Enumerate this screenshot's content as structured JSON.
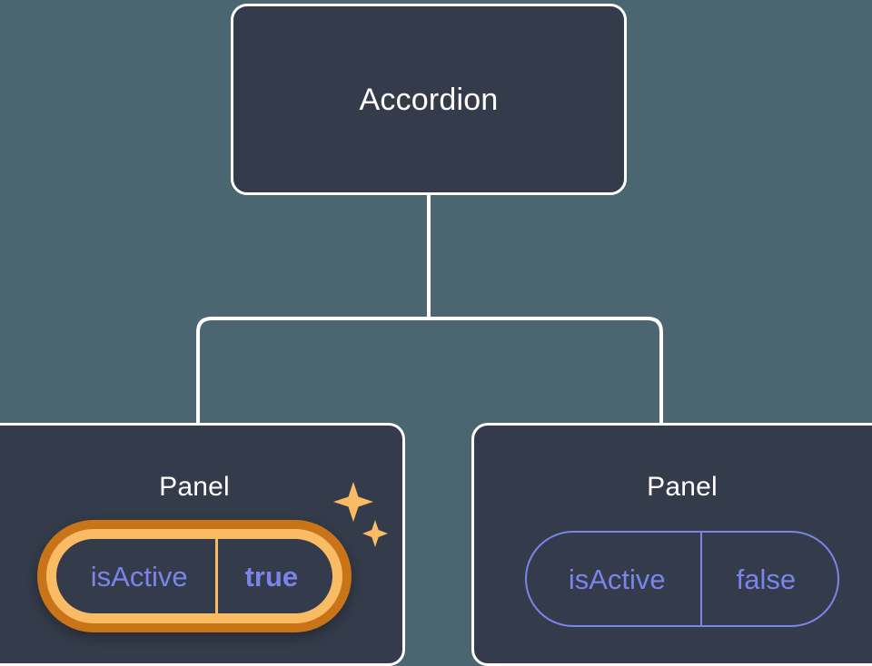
{
  "canvas": {
    "background_color": "#4c6671",
    "card_fill_color": "#343b4a",
    "card_border_color": "#ffffff",
    "connector_color": "#ffffff",
    "prop_text_color": "#7c83ea",
    "highlight_outer_color": "#c97418",
    "highlight_inner_color": "#f9bb63",
    "sparkle_color": "#f9bb63"
  },
  "tree": {
    "root": {
      "title": "Accordion"
    },
    "children": [
      {
        "title": "Panel",
        "highlighted": true,
        "prop": {
          "key": "isActive",
          "value": "true"
        },
        "sparkle_names": [
          "sparkle-large-icon",
          "sparkle-small-icon"
        ]
      },
      {
        "title": "Panel",
        "highlighted": false,
        "prop": {
          "key": "isActive",
          "value": "false"
        }
      }
    ]
  }
}
